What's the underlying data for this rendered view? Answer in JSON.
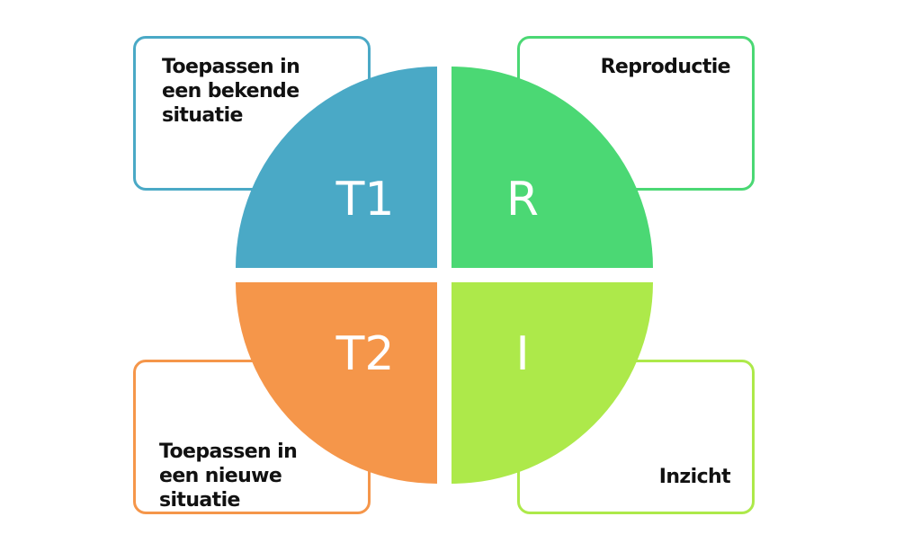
{
  "diagram": {
    "quadrants": [
      {
        "id": "tl",
        "letter": "T1",
        "description": "Toepassen in\neen bekende\nsituatie",
        "color": "#4aa9c6"
      },
      {
        "id": "tr",
        "letter": "R",
        "description": "Reproductie",
        "color": "#4bd874"
      },
      {
        "id": "bl",
        "letter": "T2",
        "description": "Toepassen in\neen nieuwe situatie",
        "color": "#f5964a"
      },
      {
        "id": "br",
        "letter": "I",
        "description": "Inzicht",
        "color": "#ade94a"
      }
    ]
  }
}
